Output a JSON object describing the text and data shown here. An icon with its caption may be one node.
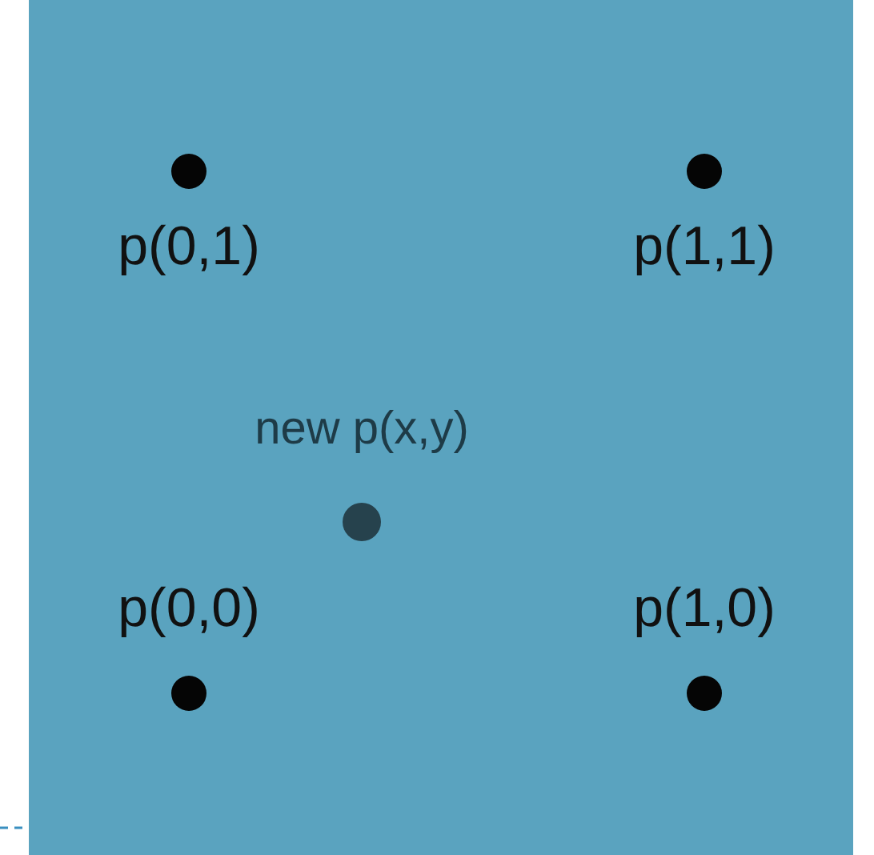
{
  "diagram": {
    "nodes": [
      {
        "text": [],
        "shape": "circle",
        "beside": [
          "p(0,1)"
        ]
      },
      {
        "text": [],
        "shape": "circle",
        "beside": [
          "p(1,1)"
        ]
      },
      {
        "text": [],
        "shape": "circle",
        "beside": [
          "new p(x,y)"
        ]
      },
      {
        "text": [],
        "shape": "circle",
        "beside": [
          "p(0,0)"
        ]
      },
      {
        "text": [],
        "shape": "circle",
        "beside": [
          "p(1,0)"
        ]
      }
    ],
    "edges": []
  }
}
